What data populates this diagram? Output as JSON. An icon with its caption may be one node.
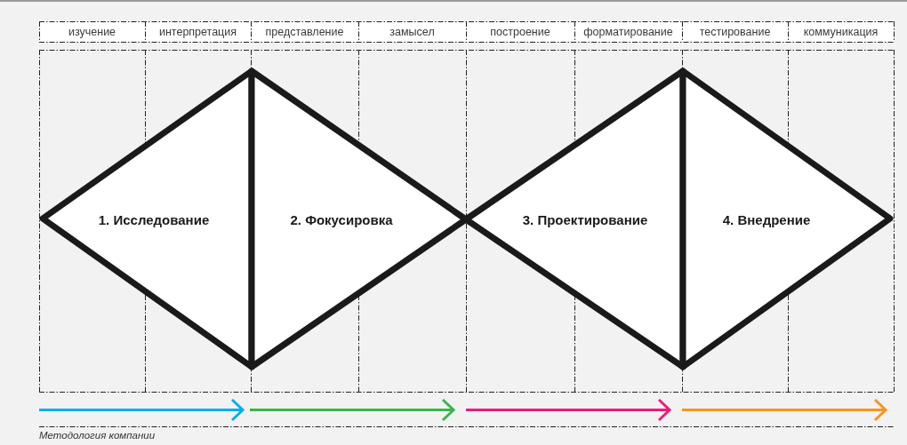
{
  "diagram": {
    "caption": "Методология компании",
    "nodes": [
      {
        "text": [
          "1. Исследование"
        ]
      },
      {
        "text": [
          "2. Фокусировка"
        ]
      },
      {
        "text": [
          "3. Проектирование"
        ]
      },
      {
        "text": [
          "4. Внедрение"
        ]
      }
    ],
    "labels": [
      "изучение",
      "интерпретация",
      "представление",
      "замысел",
      "построение",
      "форматирование",
      "тестирование",
      "коммуникация"
    ]
  }
}
